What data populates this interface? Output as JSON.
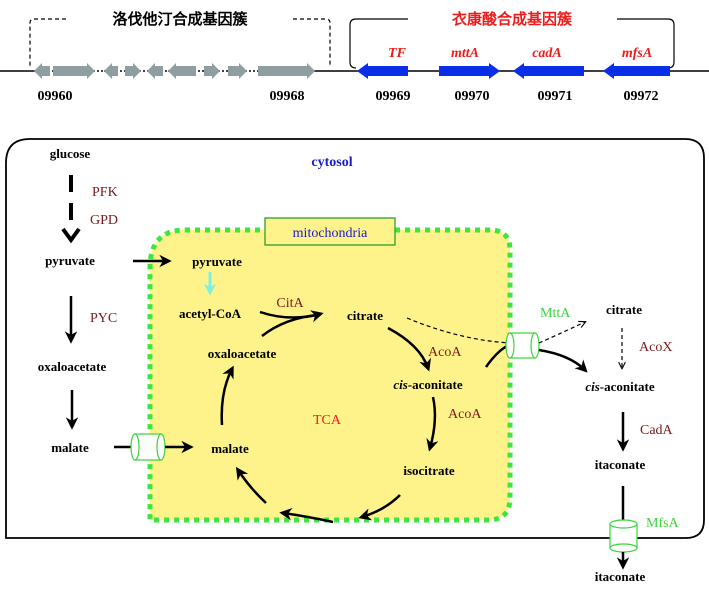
{
  "gene_clusters": {
    "lovastatin_cluster": {
      "title": "洛伐他汀合成基因簇",
      "title_color": "#000000",
      "gene_color": "#8f9ea0",
      "start_id": "09960",
      "end_id": "09968"
    },
    "itaconic_cluster": {
      "title": "衣康酸合成基因簇",
      "title_color": "#ee1c1c",
      "gene_color": "#0a2fe8",
      "genes": [
        {
          "name": "TF",
          "id": "09969",
          "direction": "left"
        },
        {
          "name": "mttA",
          "id": "09970",
          "direction": "right"
        },
        {
          "name": "cadA",
          "id": "09971",
          "direction": "left"
        },
        {
          "name": "mfsA",
          "id": "09972",
          "direction": "left"
        }
      ]
    }
  },
  "compartments": {
    "cytosol": {
      "label": "cytosol",
      "color": "#1a1acc"
    },
    "mitochondria": {
      "label": "mitochondria",
      "color": "#1a1acc",
      "fill": "#fdf38a",
      "border": "#3de63d"
    }
  },
  "metabolites": {
    "glucose": "glucose",
    "pyruvate_cyt": "pyruvate",
    "oxaloacetate_cyt": "oxaloacetate",
    "malate_cyt": "malate",
    "pyruvate_mito": "pyruvate",
    "acetyl_coa": "acetyl-CoA",
    "citrate_mito": "citrate",
    "oxaloacetate_mito": "oxaloacetate",
    "cis_aconitate_mito_prefix": "cis",
    "cis_aconitate_mito_suffix": "-aconitate",
    "malate_mito": "malate",
    "isocitrate": "isocitrate",
    "citrate_cyt": "citrate",
    "cis_aconitate_cyt_prefix": "cis",
    "cis_aconitate_cyt_suffix": "-aconitate",
    "itaconate_cyt": "itaconate",
    "itaconate_ext": "itaconate"
  },
  "enzymes": {
    "pfk": "PFK",
    "gpd": "GPD",
    "pyc": "PYC",
    "cita": "CitA",
    "acoa1": "AcoA",
    "acoa2": "AcoA",
    "acox": "AcoX",
    "cada": "CadA"
  },
  "transporters": {
    "mtta": "MttA",
    "mfsa": "MfsA"
  },
  "cycle_label": {
    "text": "TCA",
    "color": "#ee1c1c"
  }
}
